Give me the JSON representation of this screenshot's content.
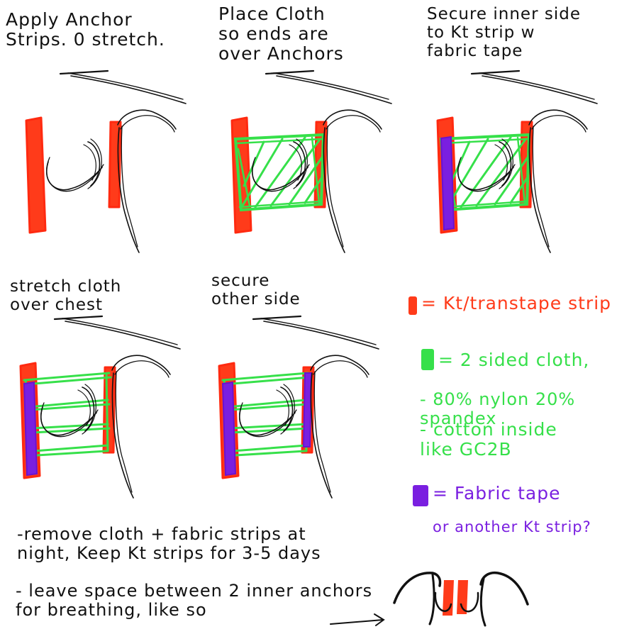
{
  "steps": [
    {
      "title": "Apply Anchor\nStrips. 0 stretch."
    },
    {
      "title": "Place Cloth\nso ends are\nover Anchors"
    },
    {
      "title": "Secure inner side\nto Kt strip w\nfabric tape"
    },
    {
      "title": "stretch cloth\nover chest"
    },
    {
      "title": "secure\nother side"
    }
  ],
  "legend": [
    {
      "label": "= Kt/transtape strip",
      "color": "#ff3b1a"
    },
    {
      "label": "= 2 sided cloth,",
      "color": "#36e04a"
    },
    {
      "label": "= Fabric tape",
      "color": "#7a1fe0"
    }
  ],
  "cloth_notes": [
    "- 80% nylon 20% spandex",
    "- cotton inside\n  like GC2B"
  ],
  "fabric_tape_alt": "or another Kt strip?",
  "notes": [
    "-remove cloth + fabric strips at\nnight, Keep Kt strips for 3-5 days",
    "- leave space between 2 inner anchors\n  for breathing, like so"
  ],
  "colors": {
    "kt_strip": "#ff3b1a",
    "cloth": "#36e04a",
    "fabric_tape": "#7a1fe0",
    "ink": "#111111"
  }
}
